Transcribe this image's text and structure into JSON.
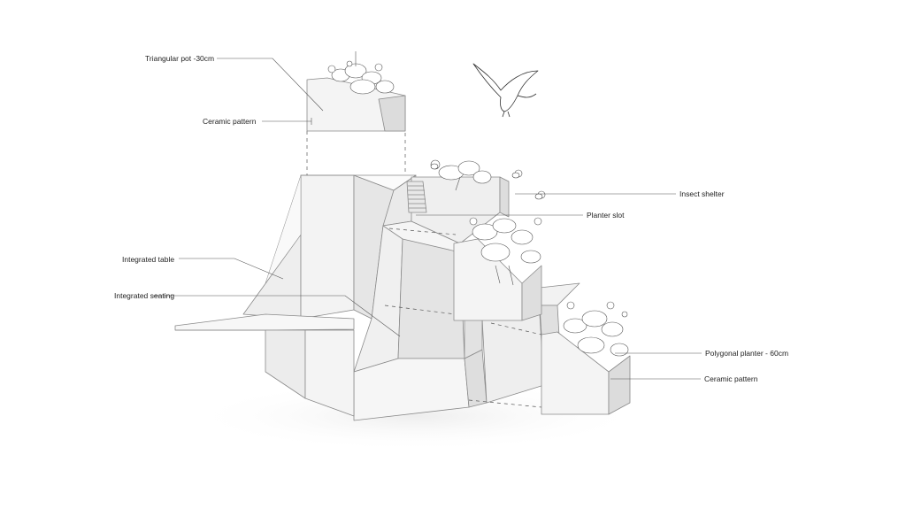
{
  "labels": {
    "triangular_pot": "Triangular pot -30cm",
    "ceramic_pattern_top": "Ceramic pattern",
    "insect_shelter": "Insect shelter",
    "planter_slot": "Planter slot",
    "integrated_table": "Integrated table",
    "integrated_seating": "Integrated seating",
    "polygonal_planter": "Polygonal planter - 60cm",
    "ceramic_pattern_bottom": "Ceramic pattern"
  },
  "colors": {
    "background": "#ffffff",
    "face_light": "#f7f7f7",
    "face_mid": "#ececec",
    "face_dark": "#dcdcdc",
    "edge": "#8a8a8a",
    "leader": "#555555"
  }
}
